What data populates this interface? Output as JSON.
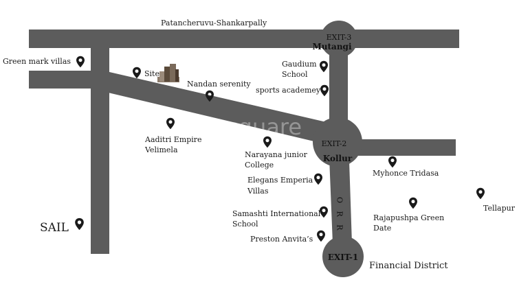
{
  "colors": {
    "road": "#5c5c5c",
    "pin": "#1a1a1a",
    "text": "#1a1a1a",
    "background": "#ffffff"
  },
  "roads": {
    "top": "Patancheruvu-Shankarpally",
    "orr": "O R R"
  },
  "exits": {
    "exit3": {
      "label": "EXIT-3",
      "place": "Mutangi"
    },
    "exit2": {
      "label": "EXIT-2",
      "place": "Kollur"
    },
    "exit1": {
      "label": "EXIT-1"
    }
  },
  "watermark": "square",
  "places": {
    "green_mark": "Green mark villas",
    "site": "Site",
    "nandan": "Nandan serenity",
    "gaudium_1": "Gaudium",
    "gaudium_2": "School",
    "sports": "sports academey",
    "aaditri_1": "Aaditri Empire",
    "aaditri_2": "Velimela",
    "narayana_1": "Narayana junior",
    "narayana_2": "College",
    "myhonce": "Myhonce  Tridasa",
    "elegans_1": "Elegans Emperia",
    "elegans_2": "Villas",
    "tellapur": "Tellapur",
    "samashti_1": "Samashti International",
    "samashti_2": "School",
    "rajapushpa_1": "Rajapushpa Green",
    "rajapushpa_2": "Date",
    "sail": "SAIL",
    "preston": "Preston Anvita’s",
    "financial": "Financial District"
  },
  "icons": {
    "pin": "map-pin-icon",
    "building": "building-icon"
  }
}
